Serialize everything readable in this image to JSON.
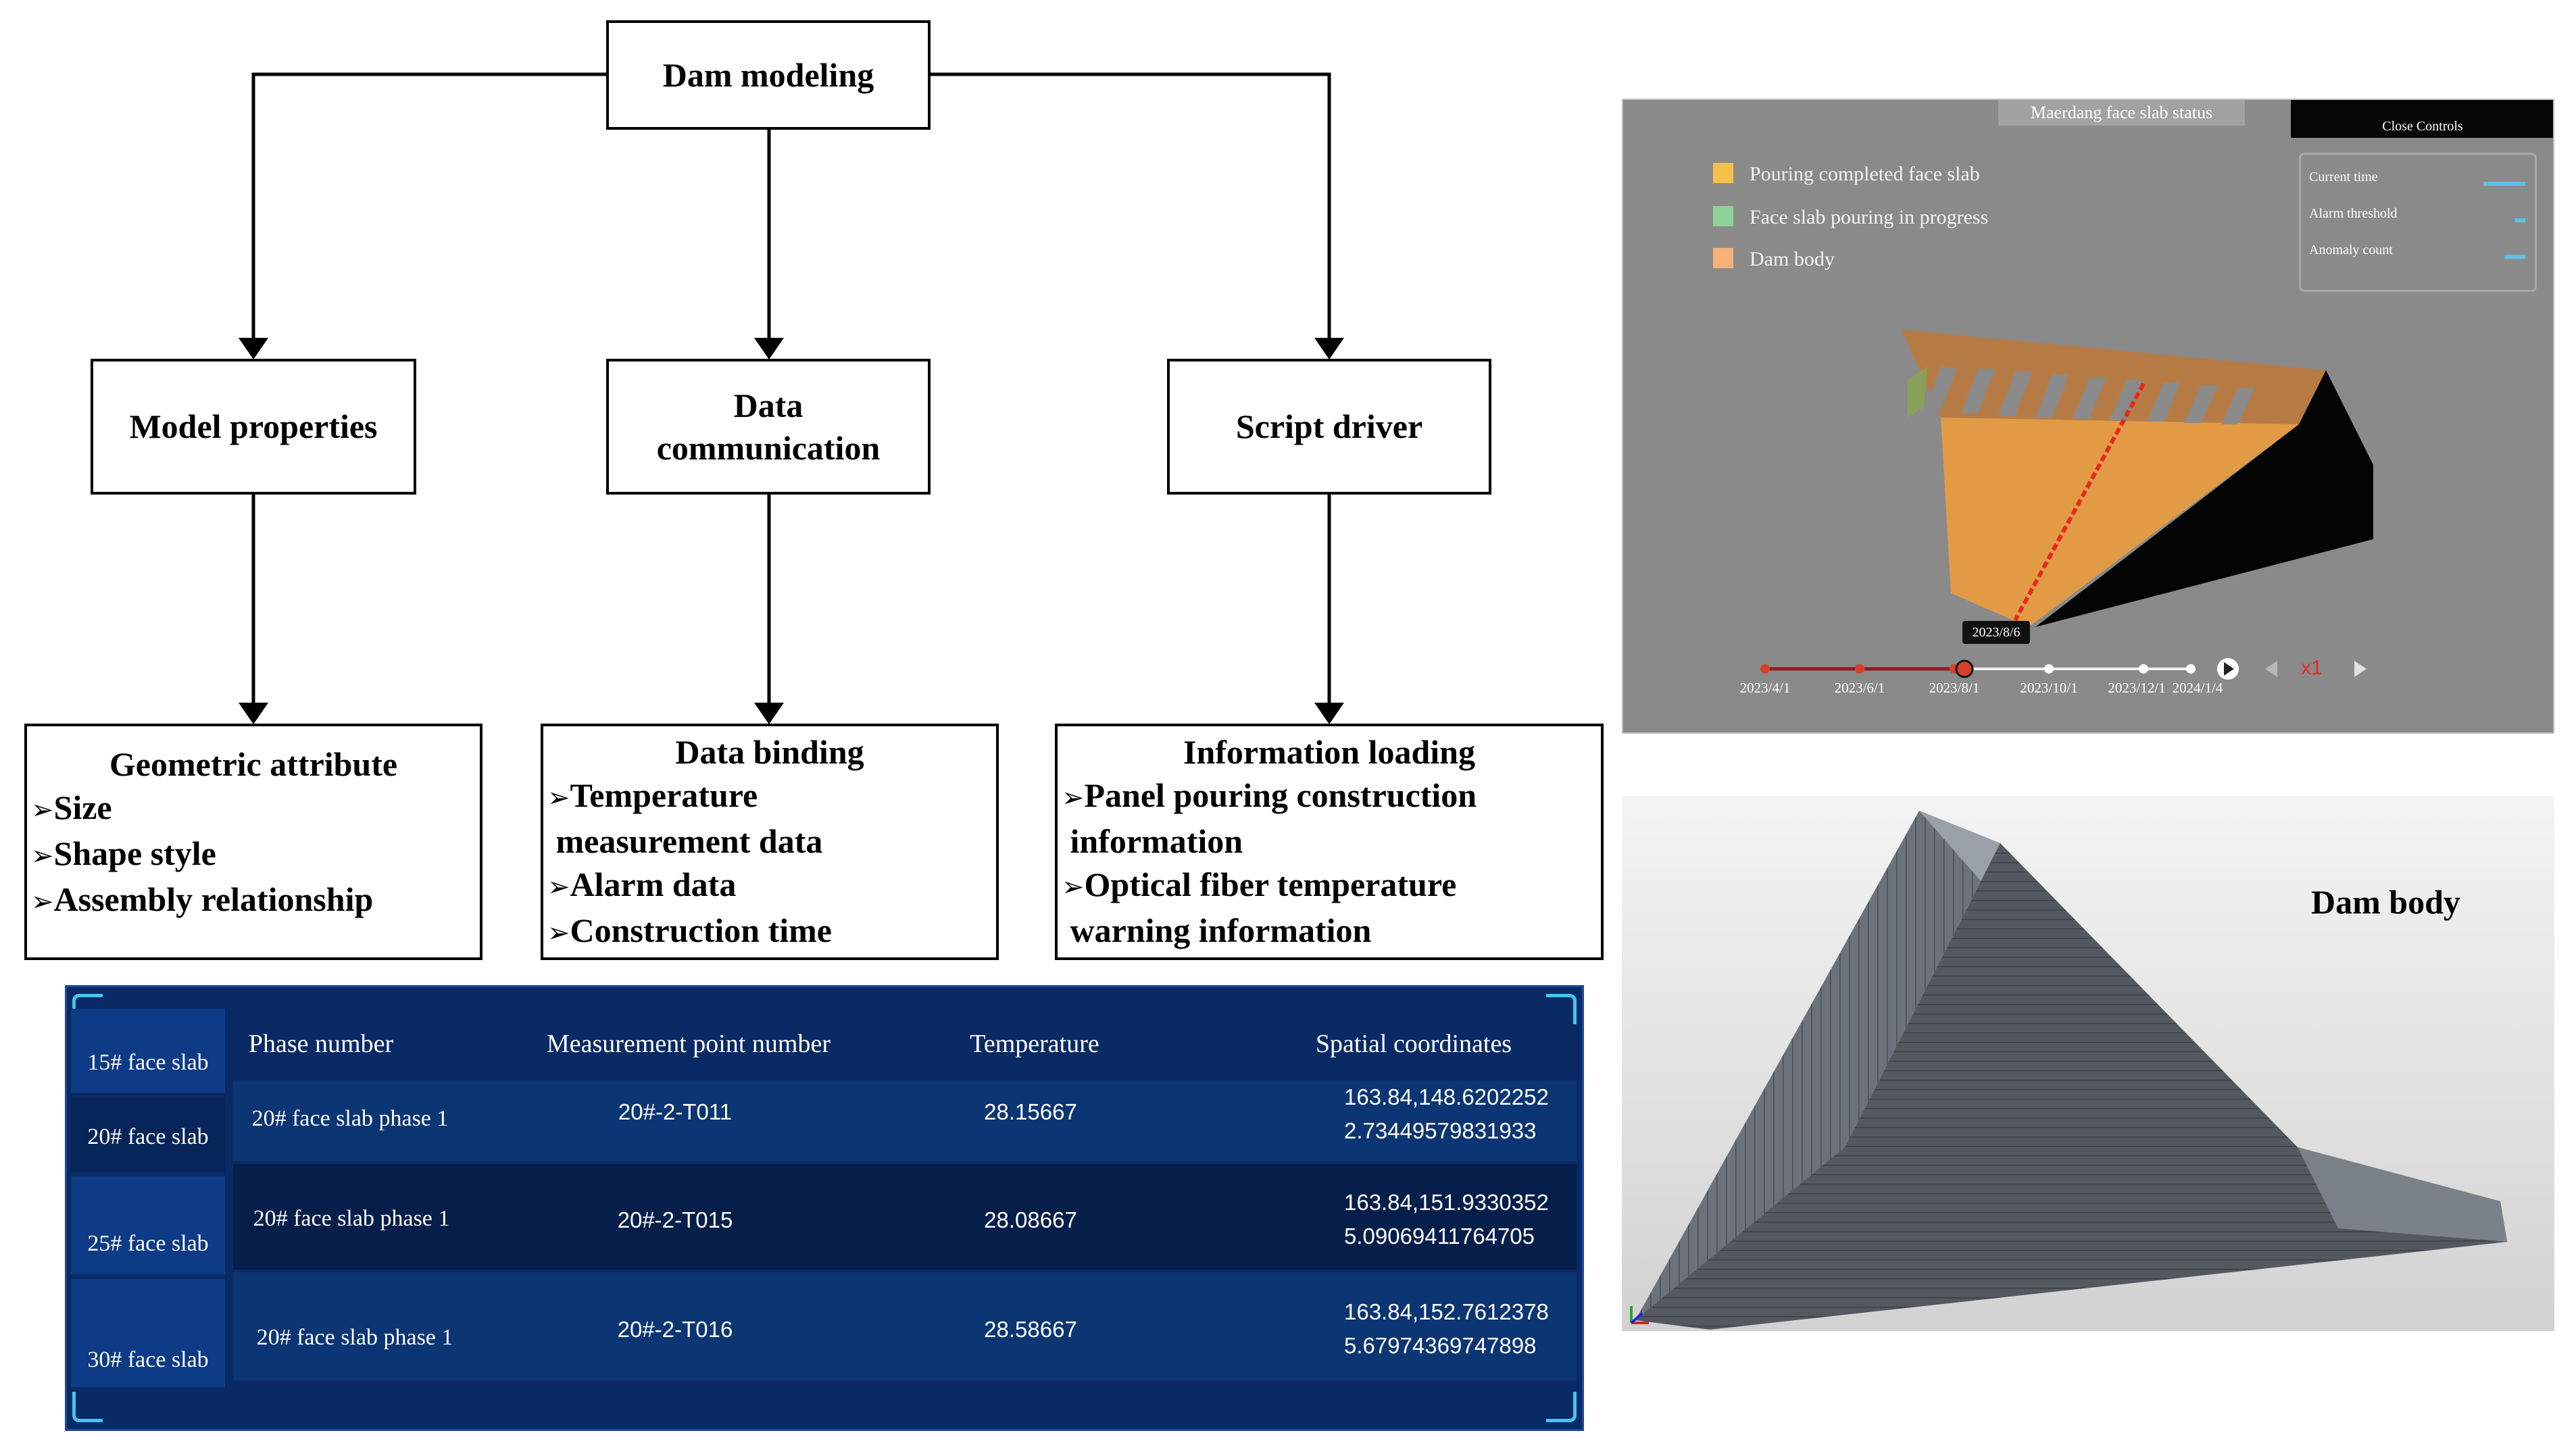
{
  "flowchart": {
    "root": "Dam modeling",
    "branches": [
      {
        "node": "Model properties",
        "detail_title": "Geometric attribute",
        "items": [
          "Size",
          "Shape style",
          "Assembly relationship"
        ]
      },
      {
        "node": "Data communication",
        "detail_title": "Data binding",
        "items": [
          "Temperature\n measurement data",
          "Alarm data",
          "Construction time"
        ]
      },
      {
        "node": "Script driver",
        "detail_title": "Information loading",
        "items": [
          "Panel pouring construction\n information",
          "Optical fiber temperature\n warning information"
        ]
      }
    ],
    "bullet_glyph": "➢"
  },
  "dashboard": {
    "title": "Maerdang face slab status",
    "close_controls": "Close Controls",
    "legend": [
      {
        "label": "Pouring completed face slab",
        "color": "#f5c04a"
      },
      {
        "label": "Face slab pouring in progress",
        "color": "#8fd19a"
      },
      {
        "label": "Dam body",
        "color": "#f5b27a"
      }
    ],
    "info": [
      {
        "label": "Current time"
      },
      {
        "label": "Alarm threshold"
      },
      {
        "label": "Anomaly count"
      }
    ],
    "timeline": {
      "dates": [
        "2023/4/1",
        "2023/6/1",
        "2023/8/1",
        "2023/10/1",
        "2023/12/1",
        "2024/1/4"
      ],
      "tooltip": "2023/8/6",
      "speed": "x1"
    }
  },
  "dam_model": {
    "label": "Dam body"
  },
  "table": {
    "side_tabs": [
      "15# face slab",
      "20# face slab",
      "25# face slab",
      "30# face slab"
    ],
    "headers": [
      "Phase number",
      "Measurement point number",
      "Temperature",
      "Spatial coordinates"
    ],
    "rows": [
      {
        "phase": "20# face slab phase 1",
        "point": "20#-2-T011",
        "temperature": "28.15667",
        "coord_line1": "163.84,148.6202252",
        "coord_line2": "2.73449579831933"
      },
      {
        "phase": "20# face slab phase 1",
        "point": "20#-2-T015",
        "temperature": "28.08667",
        "coord_line1": "163.84,151.9330352",
        "coord_line2": "5.09069411764705"
      },
      {
        "phase": "20# face slab phase 1",
        "point": "20#-2-T016",
        "temperature": "28.58667",
        "coord_line1": "163.84,152.7612378",
        "coord_line2": "5.67974369747898"
      }
    ]
  },
  "colors": {
    "table_bg": "#0a2a66",
    "table_accent": "#43c6f1",
    "dashboard_bg": "#8a8a8a",
    "slab_orange": "#e39a45",
    "alarm_red": "#e8271c"
  }
}
